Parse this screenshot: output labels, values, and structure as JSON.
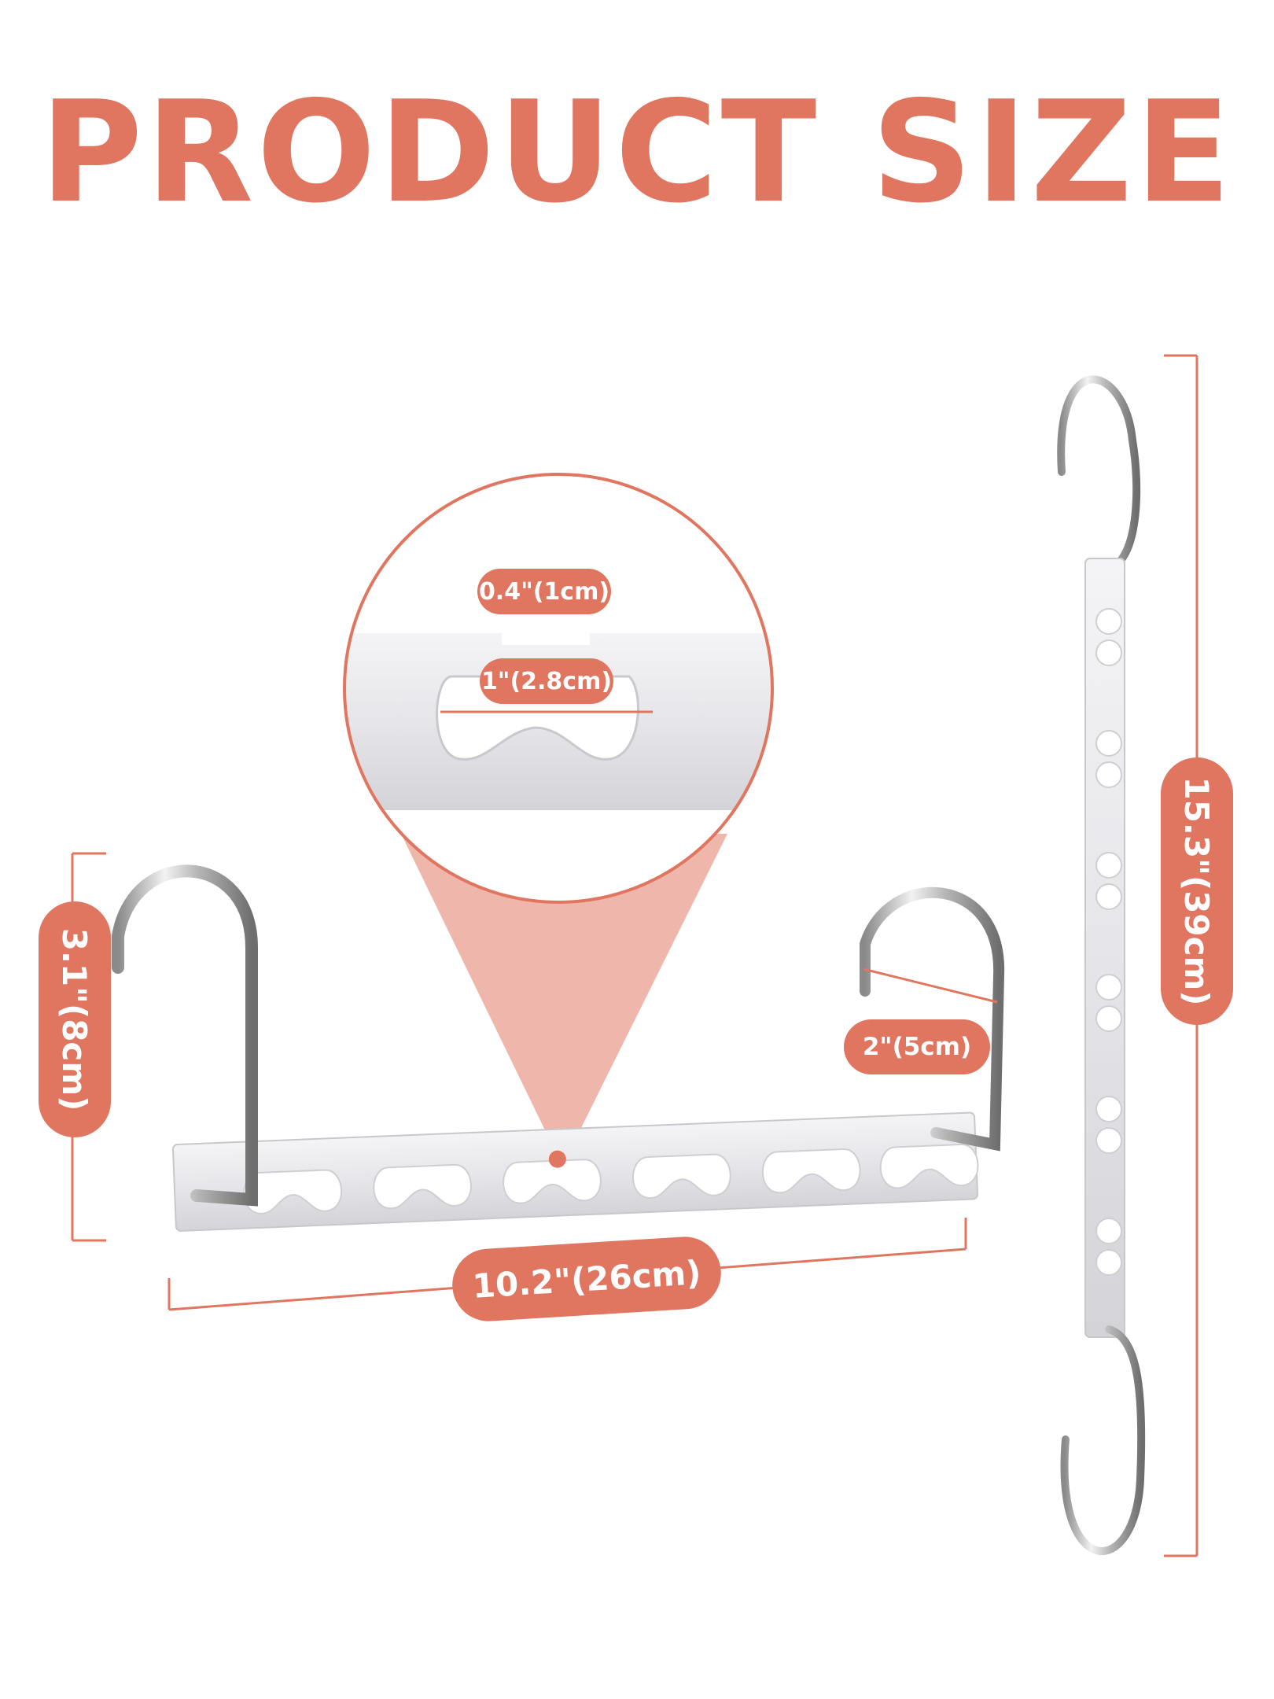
{
  "title": "PRODUCT SIZE",
  "accent_color": "#E07560",
  "dimensions": {
    "slot_gap": "0.4\"(1cm)",
    "hole_width": "1\"(2.8cm)",
    "hook_height": "3.1\"(8cm)",
    "hook_opening": "2\"(5cm)",
    "total_length": "10.2\"(26cm)",
    "hanging_length": "15.3\"(39cm)"
  }
}
